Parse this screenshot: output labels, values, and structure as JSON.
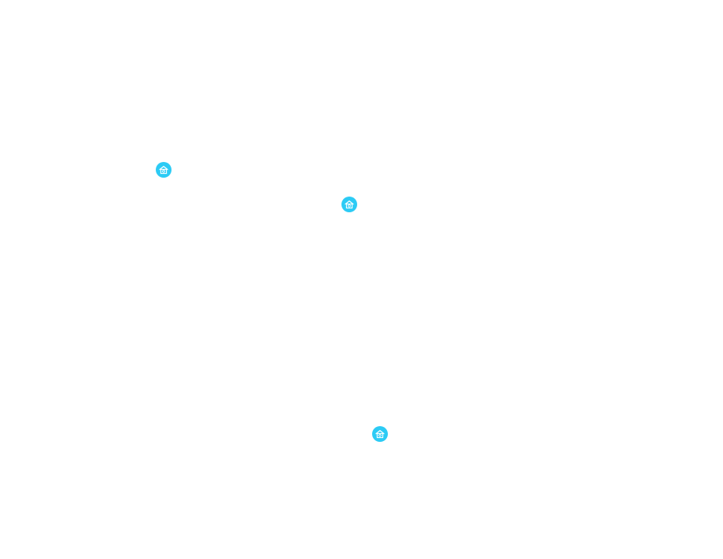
{
  "map": {
    "marker_color": "#2ccbf5",
    "marker_icon": "home-icon",
    "markers": [
      {
        "id": "marker-1",
        "icon": "home-icon"
      },
      {
        "id": "marker-2",
        "icon": "home-icon"
      },
      {
        "id": "marker-3",
        "icon": "home-icon"
      }
    ]
  }
}
